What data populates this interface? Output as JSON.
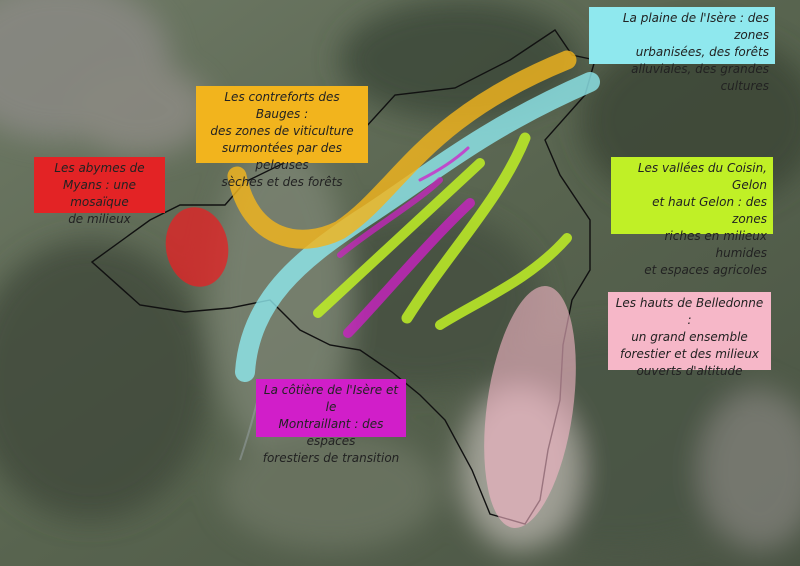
{
  "colors": {
    "red": "#e32325",
    "orange": "#f2b41d",
    "cyan": "#8fe8ee",
    "yellow_green": "#c0f026",
    "pink": "#f6b7c8",
    "magenta": "#d11ec9",
    "terrain_dark": "#3d4a3a",
    "terrain_light": "#7f8a76",
    "urban": "#8c8a86",
    "boundary": "#111111"
  },
  "labels": {
    "abymes": "Les abymes de\nMyans : une mosaïque\nde milieux",
    "bauges": "Les contreforts des Bauges :\ndes zones de viticulture\nsurmontées par des pelouses\nsèches et des forêts",
    "plaine": "La plaine de l'Isère : des zones\nurbanisées, des forêts\nalluviales, des grandes cultures",
    "coisin": "Les vallées du Coisin, Gelon\net haut Gelon : des zones\nriches en milieux humides\net espaces agricoles",
    "belledonne": "Les hauts de Belledonne :\nun grand ensemble\nforestier et des milieux\nouverts d'altitude",
    "cotiere": "La côtière de l'Isère et le\nMontraillant : des espaces\nforestiers de transition"
  }
}
